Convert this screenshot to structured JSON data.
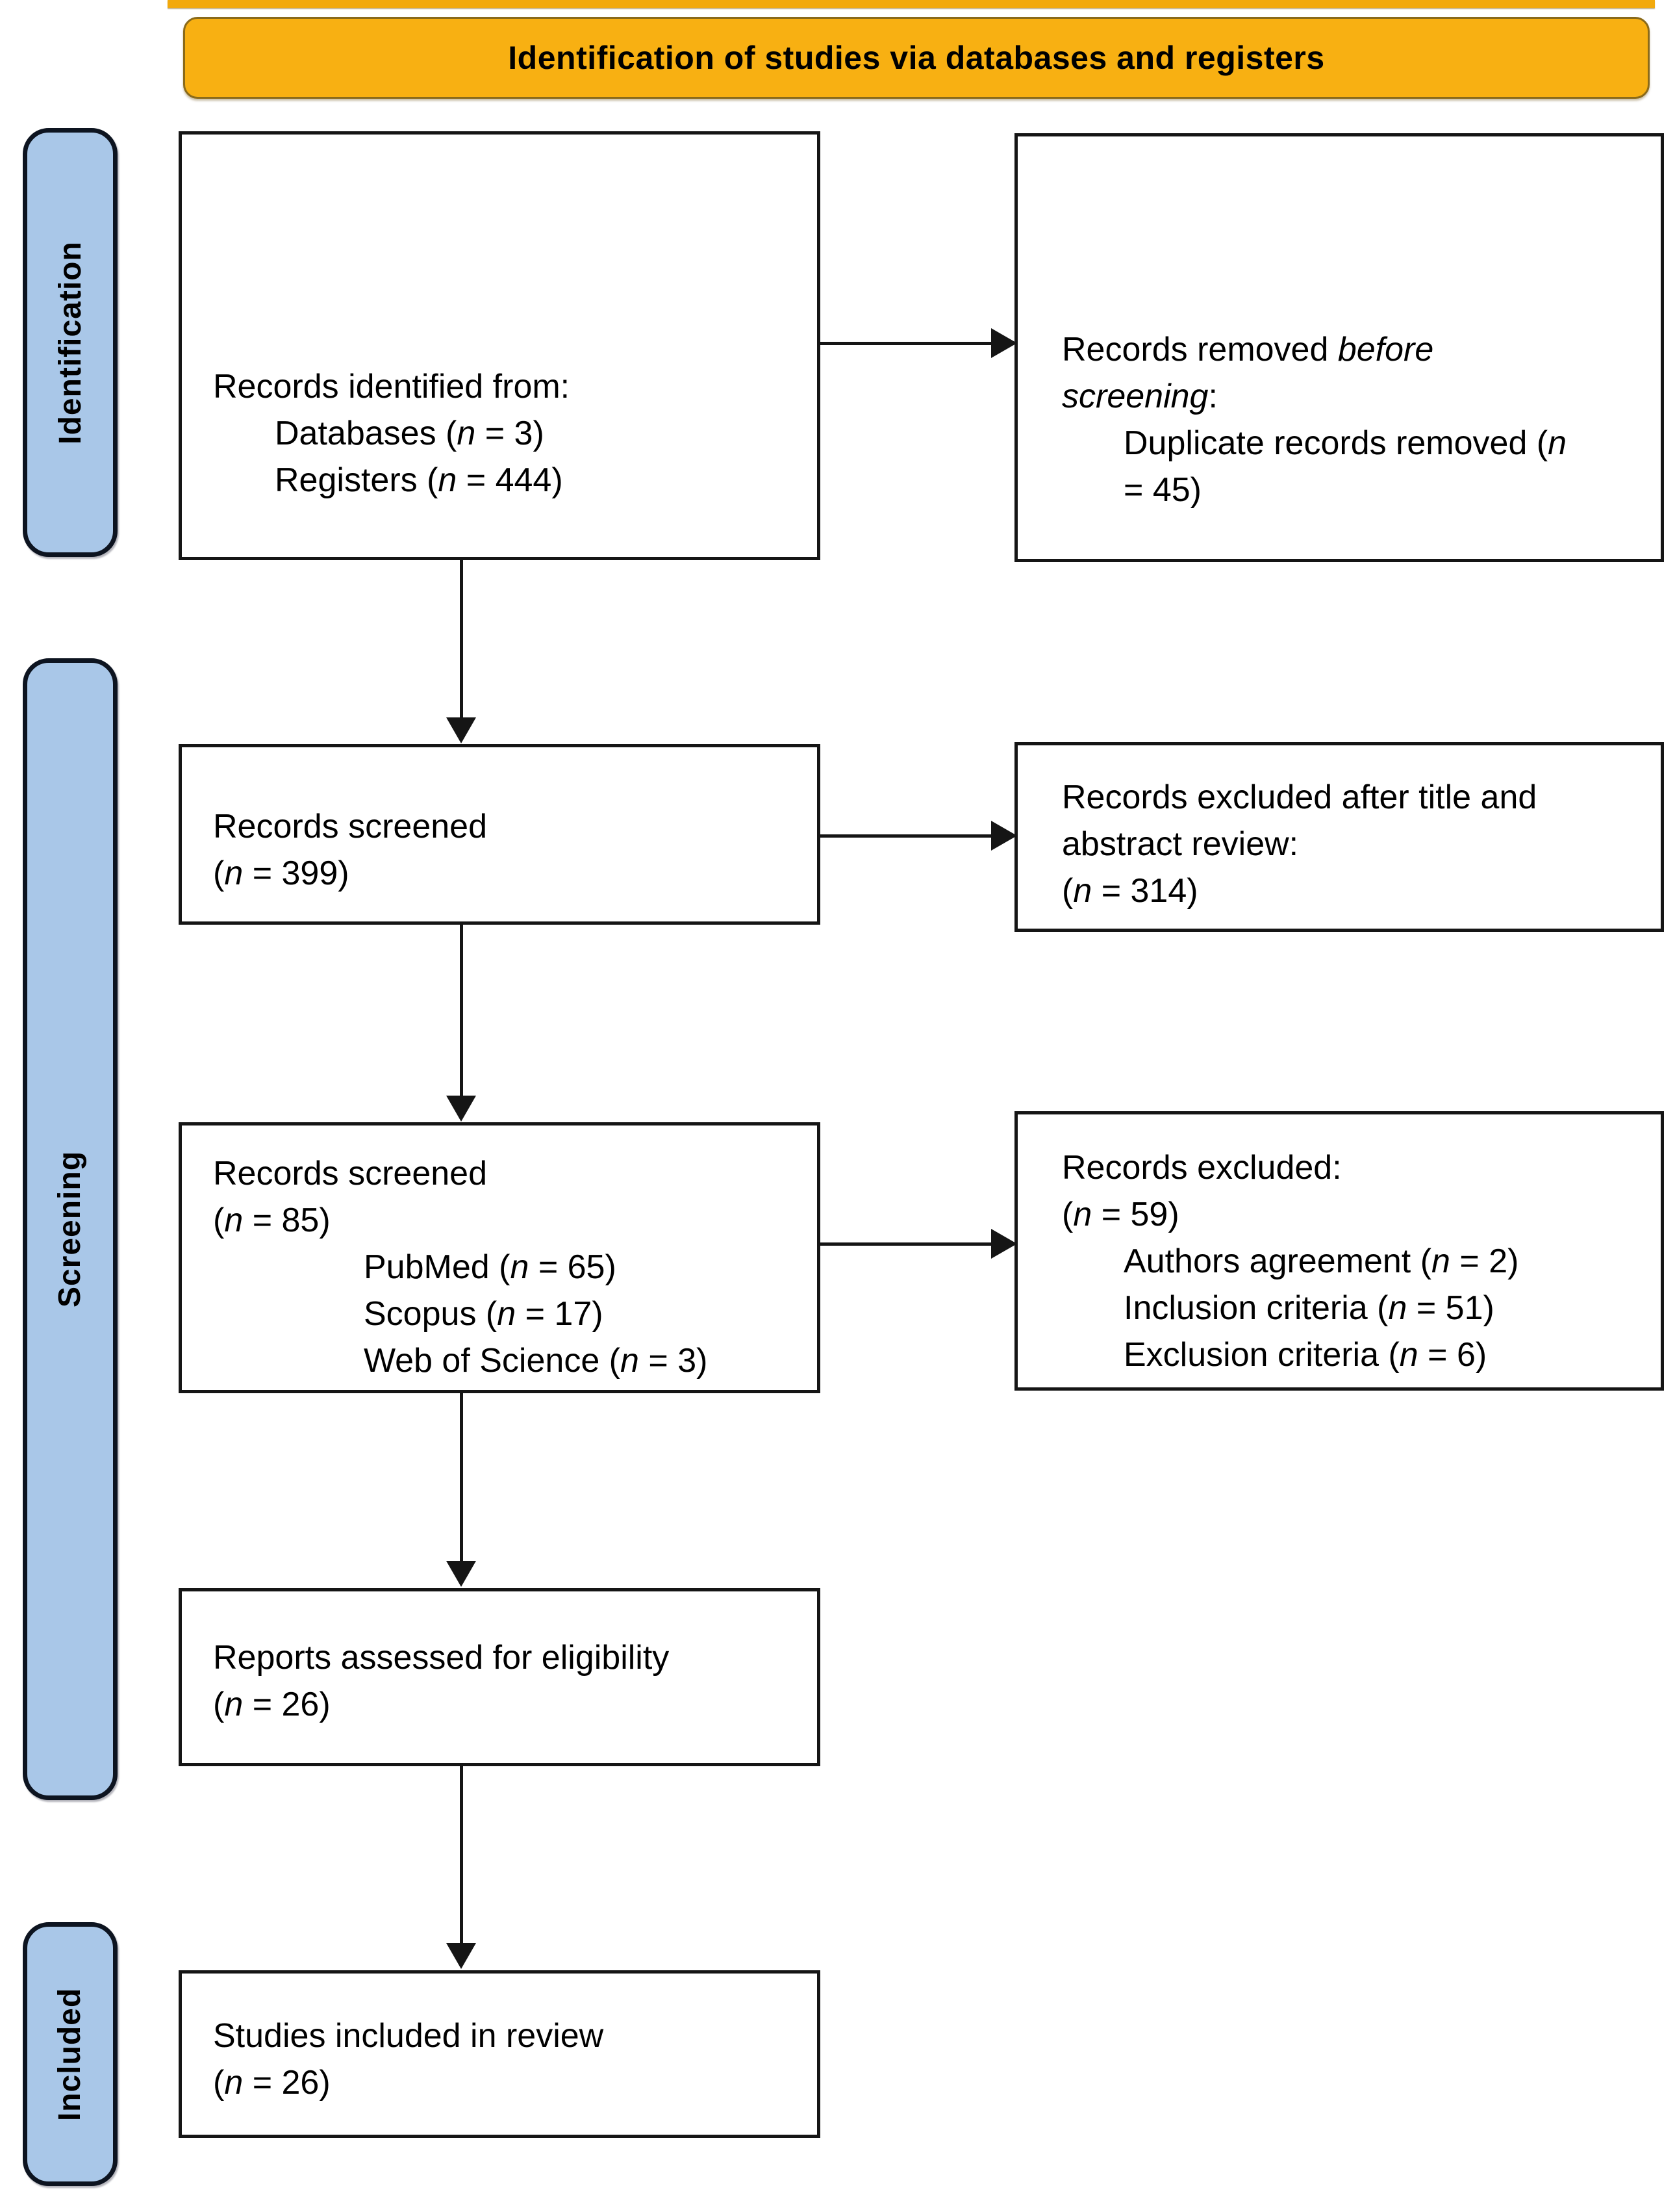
{
  "banner": {
    "title": "Identification of studies via databases and registers"
  },
  "sidebar": {
    "identification": "Identification",
    "screening": "Screening",
    "included": "Included"
  },
  "colors": {
    "banner_bg": "#f8b012",
    "sidebar_bg": "#a9c7e8",
    "box_border": "#151515",
    "background": "#ffffff"
  },
  "boxes": {
    "identified": {
      "lines": [
        {
          "pre": "Records identified from:"
        },
        {
          "pre": "Databases (",
          "em": "n",
          "post": " = 3)"
        },
        {
          "pre": "Registers (",
          "em": "n",
          "post": " = 444)"
        }
      ]
    },
    "removed": {
      "lines": [
        {
          "pre": "Records removed ",
          "em": "before"
        },
        {
          "em": "screening",
          "post": ":"
        },
        {
          "pre": "Duplicate records removed (",
          "em": "n"
        },
        {
          "pre": "= 45)"
        }
      ]
    },
    "screened399": {
      "lines": [
        {
          "pre": "Records screened"
        },
        {
          "pre": "(",
          "em": "n",
          "post": " = 399)"
        }
      ]
    },
    "excluded314": {
      "lines": [
        {
          "pre": "Records excluded after title and"
        },
        {
          "pre": "abstract review:"
        },
        {
          "pre": "(",
          "em": "n",
          "post": " = 314)"
        }
      ]
    },
    "screened85": {
      "lines": [
        {
          "pre": "Records screened"
        },
        {
          "pre": "(",
          "em": "n",
          "post": " = 85)"
        },
        {
          "pre": "PubMed (",
          "em": "n",
          "post": " = 65)"
        },
        {
          "pre": "Scopus (",
          "em": "n",
          "post": " = 17)"
        },
        {
          "pre": "Web of Science (",
          "em": "n",
          "post": " = 3)"
        }
      ]
    },
    "excluded59": {
      "lines": [
        {
          "pre": "Records excluded:"
        },
        {
          "pre": "(",
          "em": "n",
          "post": " = 59)"
        },
        {
          "pre": "Authors agreement (",
          "em": "n",
          "post": " = 2)"
        },
        {
          "pre": "Inclusion criteria (",
          "em": "n",
          "post": " = 51)"
        },
        {
          "pre": "Exclusion criteria (",
          "em": "n",
          "post": " = 6)"
        }
      ]
    },
    "assessed": {
      "lines": [
        {
          "pre": "Reports assessed for eligibility"
        },
        {
          "pre": "(",
          "em": "n",
          "post": " = 26)"
        }
      ]
    },
    "included": {
      "lines": [
        {
          "pre": "Studies included in review"
        },
        {
          "pre": "(",
          "em": "n",
          "post": " = 26)"
        }
      ]
    }
  }
}
